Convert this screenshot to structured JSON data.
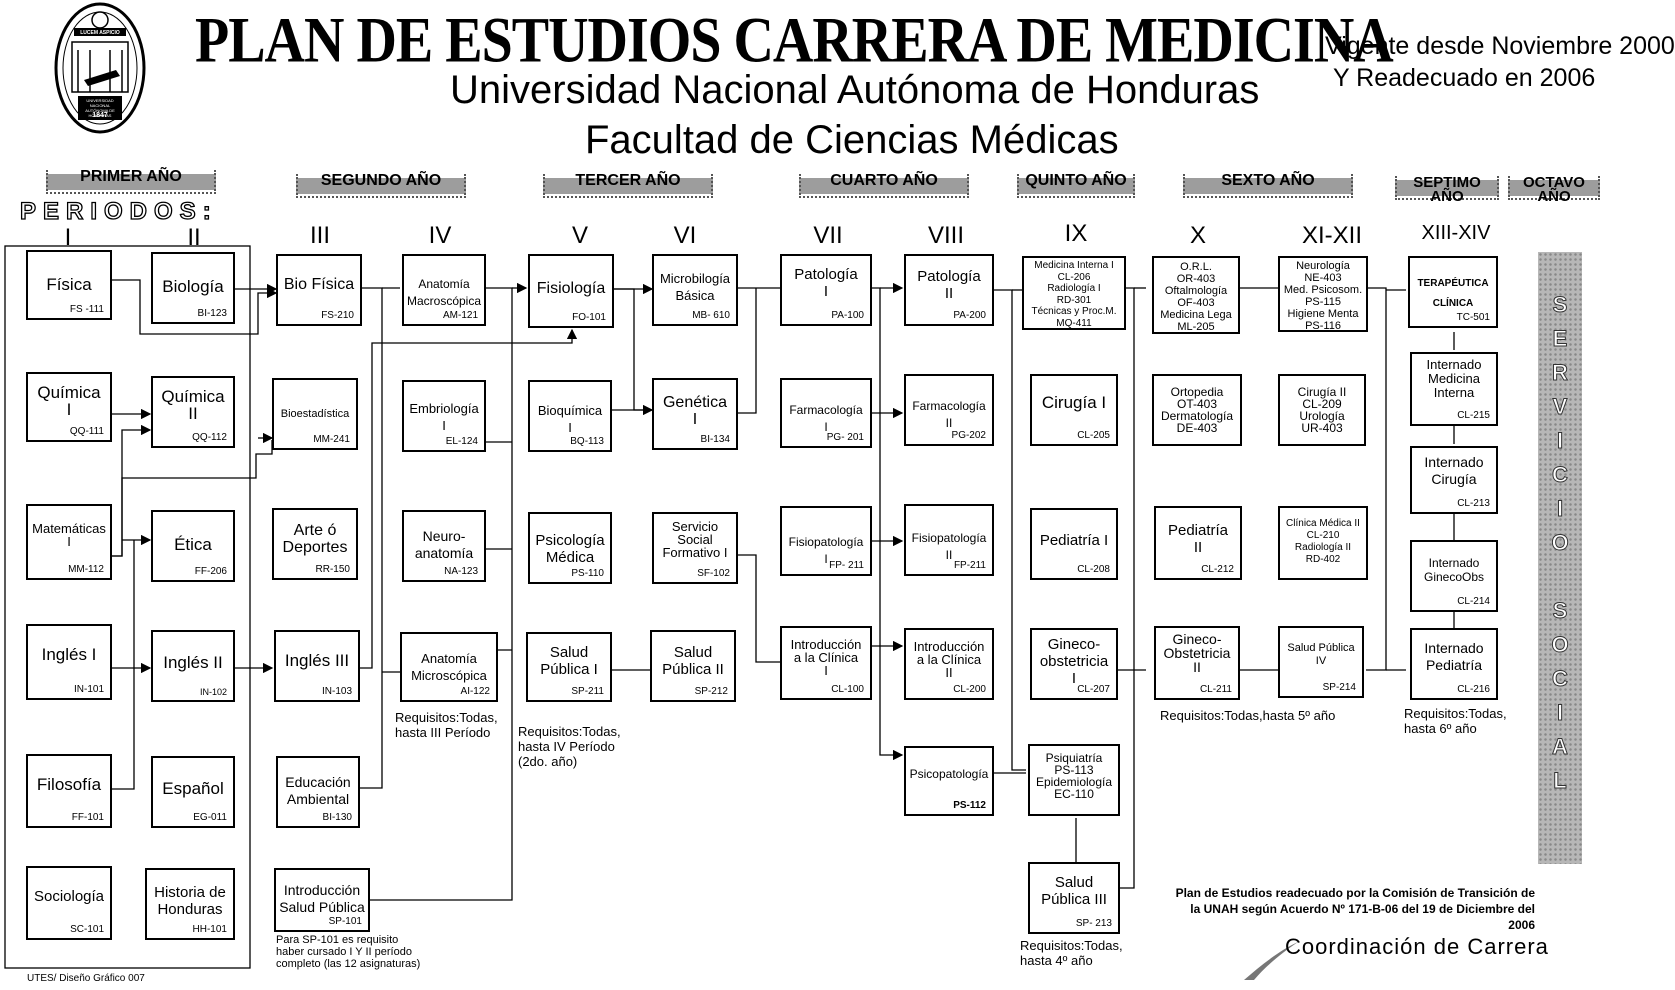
{
  "header": {
    "title": "PLAN DE ESTUDIOS CARRERA DE MEDICINA",
    "university": "Universidad Nacional Autónoma de Honduras",
    "faculty": "Facultad de Ciencias Médicas",
    "validity_line1": "Vigente desde Noviembre 2000",
    "validity_line2": "Y   Readecuado en 2006",
    "seal": {
      "top": "LUCEM ASPICIO",
      "ring": "UNIVERSIDAD NACIONAL AUTÓNOMA DE HONDURAS",
      "year": "1847"
    }
  },
  "periodos_label": "PERIODOS:",
  "years": [
    "PRIMER AÑO",
    "SEGUNDO AÑO",
    "TERCER AÑO",
    "CUARTO AÑO",
    "QUINTO AÑO",
    "SEXTO AÑO",
    "SEPTIMO AÑO",
    "OCTAVO AÑO"
  ],
  "periods": [
    "I",
    "II",
    "III",
    "IV",
    "V",
    "VI",
    "VII",
    "VIII",
    "IX",
    "X",
    "XI-XII",
    "XIII-XIV"
  ],
  "courses": [
    {
      "name": "Física",
      "code": "FS -111"
    },
    {
      "name": "Química\nI",
      "code": "QQ-111"
    },
    {
      "name": "Matemáticas\nI",
      "code": "MM-112"
    },
    {
      "name": "Inglés I",
      "code": "IN-101"
    },
    {
      "name": "Filosofía",
      "code": "FF-101"
    },
    {
      "name": "Sociología",
      "code": "SC-101"
    },
    {
      "name": "Biología",
      "code": "BI-123"
    },
    {
      "name": "Química\nII",
      "code": "QQ-112"
    },
    {
      "name": "Ética",
      "code": "FF-206"
    },
    {
      "name": "Inglés II",
      "code": "IN-102"
    },
    {
      "name": "Español",
      "code": "EG-011"
    },
    {
      "name": "Historia de\nHonduras",
      "code": "HH-101"
    },
    {
      "name": "Bio Física",
      "code": "FS-210"
    },
    {
      "name": "Bioestadística",
      "code": "MM-241"
    },
    {
      "name": "Arte  ó\nDeportes",
      "code": "RR-150"
    },
    {
      "name": "Inglés III",
      "code": "IN-103"
    },
    {
      "name": "Educación\nAmbiental",
      "code": "BI-130"
    },
    {
      "name": "Introducción\nSalud Pública",
      "code": "SP-101"
    },
    {
      "name": "Anatomía\nMacroscópica",
      "code": "AM-121"
    },
    {
      "name": "Embriología\nI",
      "code": "EL-124"
    },
    {
      "name": "Neuro-\nanatomía",
      "code": "NA-123"
    },
    {
      "name": "Anatomía\nMicroscópica",
      "code": "AI-122"
    },
    {
      "name": "Fisiología",
      "code": "FO-101"
    },
    {
      "name": "Bioquímica\nI",
      "code": "BQ-113"
    },
    {
      "name": "Psicología\nMédica",
      "code": "PS-110"
    },
    {
      "name": "Salud\nPública I",
      "code": "SP-211"
    },
    {
      "name": "Microbilogía\nBásica",
      "code": "MB- 610"
    },
    {
      "name": "Genética\nI",
      "code": "BI-134"
    },
    {
      "name": "Servicio\nSocial\nFormativo I",
      "code": "SF-102"
    },
    {
      "name": "Salud\nPública II",
      "code": "SP-212"
    },
    {
      "name": "Patología\nI",
      "code": "PA-100"
    },
    {
      "name": "Farmacología\nI",
      "code": "PG- 201"
    },
    {
      "name": "Fisiopatología\nI",
      "code": "FP- 211"
    },
    {
      "name": "Introducción\na la Clínica\nI",
      "code": "CL-100"
    },
    {
      "name": "Patología\nII",
      "code": "PA-200"
    },
    {
      "name": "Farmacología\nII",
      "code": "PG-202"
    },
    {
      "name": "Fisiopatología\nII",
      "code": "FP-211"
    },
    {
      "name": "Introducción\na la Clínica\nII",
      "code": "CL-200"
    },
    {
      "name": "Psicopatología",
      "code": "PS-112"
    },
    {
      "name": "Medicina Interna I\nCL-206\nRadiología I\nRD-301\nTécnicas y Proc.M.\nMQ-411",
      "code": ""
    },
    {
      "name": "Cirugía I",
      "code": "CL-205"
    },
    {
      "name": "Pediatría I",
      "code": "CL-208"
    },
    {
      "name": "Gineco-\nobstetricia\nI",
      "code": "CL-207"
    },
    {
      "name": "Psiquiatría\nPS-113\nEpidemiología\nEC-110",
      "code": ""
    },
    {
      "name": "Salud\nPública III",
      "code": "SP- 213"
    },
    {
      "name": "O.R.L.\nOR-403\nOftalmología\nOF-403\nMedicina Lega\nML-205",
      "code": ""
    },
    {
      "name": "Ortopedia\nOT-403\nDermatología\nDE-403",
      "code": ""
    },
    {
      "name": "Pediatría\nII",
      "code": "CL-212"
    },
    {
      "name": "Gineco-\nObstetricia\nII",
      "code": "CL-211"
    },
    {
      "name": "Neurología\nNE-403\nMed. Psicosom.\nPS-115\nHigiene Menta\nPS-116",
      "code": ""
    },
    {
      "name": "Cirugía II\nCL-209\nUrología\nUR-403",
      "code": ""
    },
    {
      "name": "Clínica Médica II\nCL-210\nRadiología II\nRD-402",
      "code": ""
    },
    {
      "name": "Salud Pública\nIV",
      "code": "SP-214"
    },
    {
      "name": "TERAPÉUTICA\nCLÍNICA",
      "code": "TC-501"
    },
    {
      "name": "Internado\nMedicina\nInterna",
      "code": "CL-215"
    },
    {
      "name": "Internado\nCirugía",
      "code": "CL-213"
    },
    {
      "name": "Internado\nGinecoObs",
      "code": "CL-214"
    },
    {
      "name": "Internado\nPediatría",
      "code": "CL-216"
    }
  ],
  "requirements": [
    "Requisitos:Todas,\nhasta III Período",
    "Requisitos:Todas,\nhasta IV Período\n    (2do. año)",
    "Para SP-101 es requisito\n haber cursado I Y II período\n completo (las 12 asignaturas)",
    "Requisitos:Todas,\nhasta 4º año",
    "Requisitos:Todas,hasta 5º año",
    "Requisitos:Todas,\nhasta 6º año"
  ],
  "servicio_social": "SERVICIO SOCIAL",
  "footer": {
    "note": "Plan de Estudios readecuado por la Comisión de Transición de la UNAH según Acuerdo Nº 171-B-06  del 19  de Diciembre del 2006",
    "coordination": "Coordinación de Carrera",
    "credit": "UTES/ Diseño Gráfico 007"
  }
}
